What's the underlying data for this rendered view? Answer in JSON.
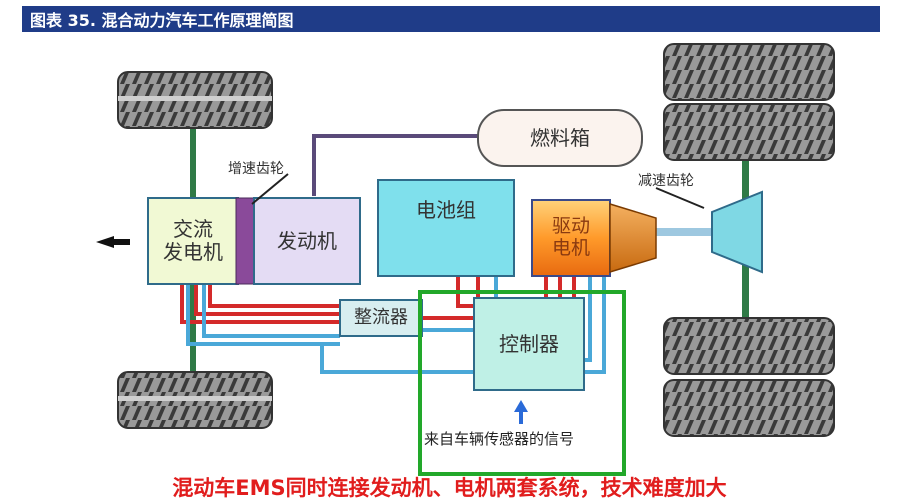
{
  "header": {
    "title": "图表 35. 混合动力汽车工作原理简图"
  },
  "diagram": {
    "fuel_tank": "燃料箱",
    "speedup_gear": "增速齿轮",
    "alternator": "交流\n发电机",
    "engine": "发动机",
    "battery": "电池组",
    "drive_motor": "驱动\n电机",
    "reduction_gear": "减速齿轮",
    "rectifier": "整流器",
    "controller": "控制器",
    "sensor_signal": "来自车辆传感器的信号"
  },
  "caption": "混动车EMS同时连接发动机、电机两套系统，技术难度加大",
  "colors": {
    "title_bar": "#1f3c88",
    "highlight_box": "#22a82a",
    "caption_text": "#e11d1d",
    "power_line": "#d42a2a",
    "signal_line": "#4aa8d8"
  }
}
